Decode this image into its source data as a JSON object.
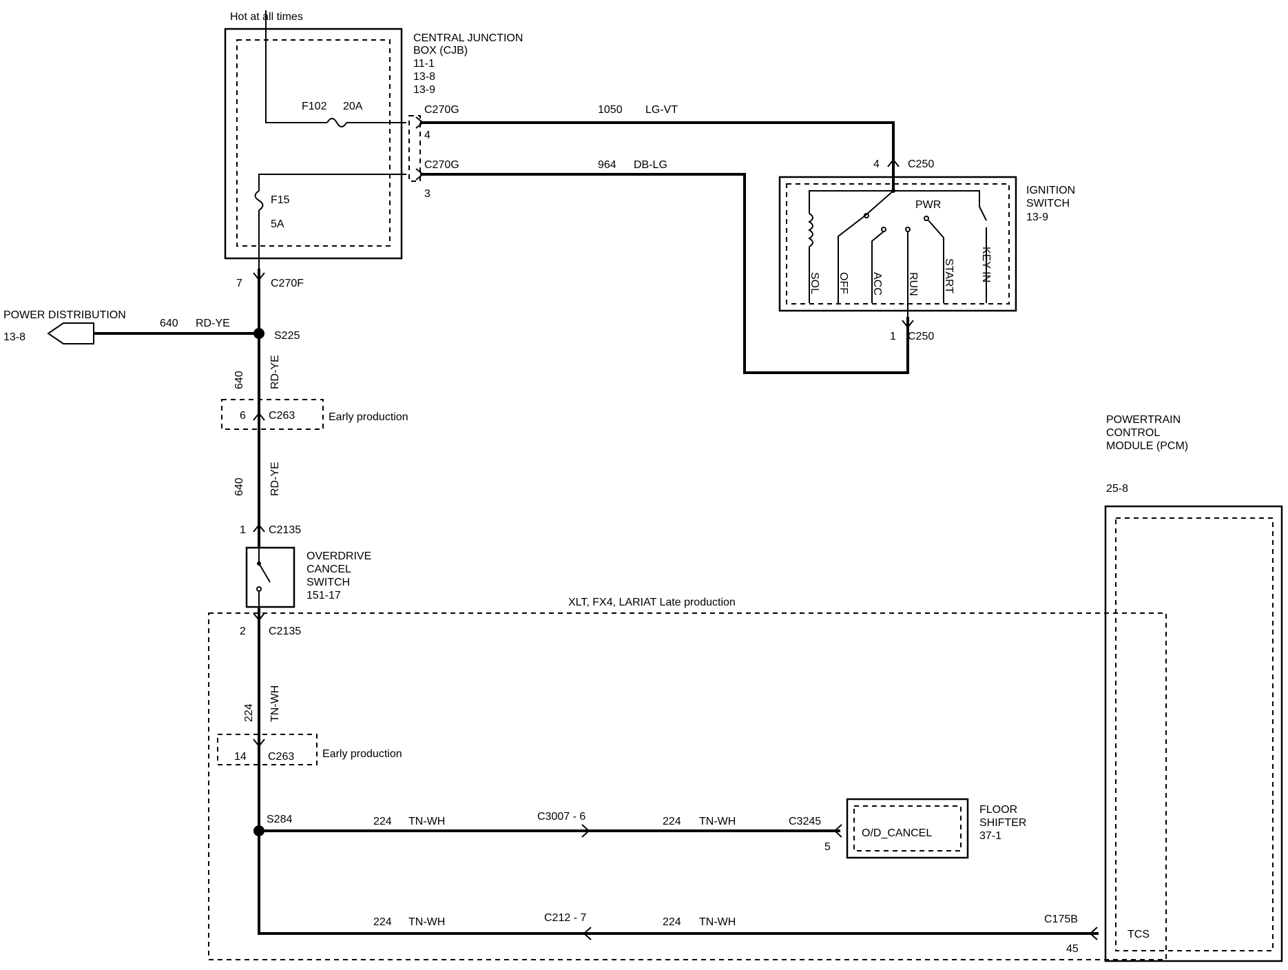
{
  "colors": {
    "wire": "#000000",
    "background": "#ffffff"
  },
  "top_note": "Hot at all times",
  "cjb": {
    "title": "CENTRAL   JUNCTION",
    "subtitle": "BOX (CJB)",
    "refs": [
      "11-1",
      "13-8",
      "13-9"
    ],
    "fuse1": "F102",
    "fuse1_rating": "20A",
    "fuse2": "F15",
    "fuse2_rating": "5A"
  },
  "connectors": {
    "c270g_top": "C270G",
    "c270g_top_pin": "4",
    "c270g_bottom": "C270G",
    "c270g_bottom_pin": "3",
    "c270f": "C270F",
    "c270f_pin": "7",
    "c250_top": "C250",
    "c250_top_pin": "4",
    "c250_bottom": "C250",
    "c250_bottom_pin": "1",
    "c263_top": "C263",
    "c263_top_pin": "6",
    "c263_bottom": "C263",
    "c263_bottom_pin": "14",
    "c2135_top": "C2135",
    "c2135_top_pin": "1",
    "c2135_bottom": "C2135",
    "c2135_bottom_pin": "2",
    "c3007": "C3007  -  6",
    "c3245": "C3245",
    "c3245_pin": "5",
    "c212": "C212  -  7",
    "c175b": "C175B",
    "c175b_pin": "45"
  },
  "splices": {
    "s225": "S225",
    "s284": "S284"
  },
  "wires": {
    "w1050": "1050",
    "w1050_color": "LG-VT",
    "w964": "964",
    "w964_color": "DB-LG",
    "w640": "640",
    "w640_color": "RD-YE",
    "w224": "224",
    "w224_color": "TN-WH"
  },
  "ignition_switch": {
    "label": [
      "IGNITION",
      "SWITCH",
      "13-9"
    ],
    "pwr": "PWR",
    "positions": [
      "SOL",
      "OFF",
      "ACC",
      "RUN",
      "START",
      "KEY IN"
    ]
  },
  "power_distribution": {
    "label": "POWER DISTRIBUTION",
    "ref": "13-8"
  },
  "early_production_label": "Early production",
  "overdrive_cancel_switch": {
    "label": [
      "OVERDRIVE",
      "CANCEL",
      "SWITCH",
      "151-17"
    ]
  },
  "late_production_label": "XLT, FX4, LARIAT Late production",
  "floor_shifter": {
    "label": [
      "FLOOR",
      "SHIFTER",
      "37-1"
    ],
    "signal": "O/D_CANCEL"
  },
  "pcm": {
    "label": [
      "POWERTRAIN",
      "CONTROL",
      "MODULE (PCM)"
    ],
    "ref": "25-8",
    "signal": "TCS"
  }
}
